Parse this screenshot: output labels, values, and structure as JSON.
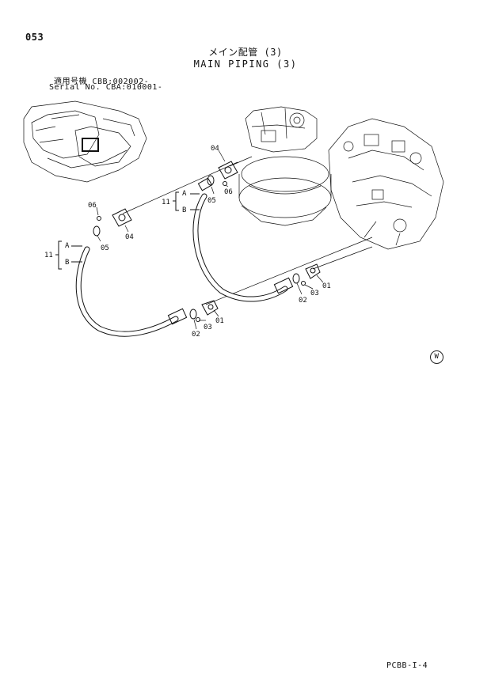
{
  "header": {
    "page_number": "053",
    "title_ja": "メイン配管 (3)",
    "title_en": "MAIN PIPING (3)",
    "serial_line_1": "適用号機 CBB:002002-",
    "serial_line_2": "Serial No. CBA:010001-"
  },
  "callouts": {
    "c01a": "01",
    "c02a": "02",
    "c03a": "03",
    "c01b": "01",
    "c02b": "02",
    "c03b": "03",
    "c04a": "04",
    "c05a": "05",
    "c06a": "06",
    "c04b": "04",
    "c05b": "05",
    "c06b": "06",
    "c11a": "11",
    "c11b": "11",
    "ca1": "A",
    "cb1": "B",
    "ca2": "A",
    "cb2": "B"
  },
  "mark": "W",
  "footer": {
    "code": "PCBB-I-4"
  }
}
